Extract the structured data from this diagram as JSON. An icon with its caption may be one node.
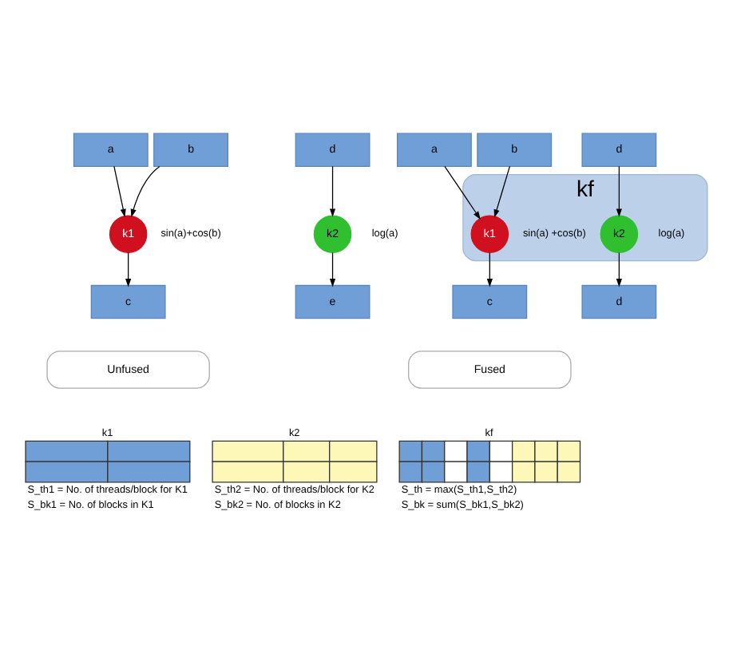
{
  "diagram": {
    "nodes": [
      {
        "text": [
          "a"
        ]
      },
      {
        "text": [
          "b"
        ]
      },
      {
        "text": [
          "k1"
        ],
        "beside": [
          "sin(a)+cos(b)"
        ]
      },
      {
        "text": [
          "c"
        ]
      },
      {
        "text": [
          "d"
        ]
      },
      {
        "text": [
          "k2"
        ],
        "beside": [
          "log(a)"
        ]
      },
      {
        "text": [
          "e"
        ]
      },
      {
        "text": [
          "kf"
        ]
      },
      {
        "text": [
          "a"
        ]
      },
      {
        "text": [
          "b"
        ]
      },
      {
        "text": [
          "d"
        ]
      },
      {
        "text": [
          "k1"
        ],
        "in": 7,
        "beside": [
          "sin(a) +cos(b)"
        ]
      },
      {
        "text": [
          "k2"
        ],
        "in": 7,
        "beside": [
          "log(a)"
        ]
      },
      {
        "text": [
          "c"
        ]
      },
      {
        "text": [
          "d"
        ]
      },
      {
        "text": [
          "Unfused"
        ]
      },
      {
        "text": [
          "Fused"
        ]
      },
      {
        "text": [
          "k1"
        ],
        "beside": [
          "S_th1 = No. of threads/block for K1",
          "S_bk1 = No. of blocks in K1"
        ]
      },
      {
        "text": [
          "k2"
        ],
        "beside": [
          "S_th2 = No. of threads/block for K2",
          "S_bk2 = No. of blocks in K2"
        ]
      },
      {
        "text": [
          "kf"
        ],
        "beside": [
          "S_th = max(S_th1,S_th2)",
          "S_bk = sum(S_bk1,S_bk2)"
        ]
      }
    ],
    "edges": [
      {
        "from": 0,
        "to": 2,
        "arrow": "to"
      },
      {
        "from": 1,
        "to": 2,
        "arrow": "to"
      },
      {
        "from": 2,
        "to": 3,
        "arrow": "to"
      },
      {
        "from": 4,
        "to": 5,
        "arrow": "to"
      },
      {
        "from": 5,
        "to": 6,
        "arrow": "to"
      },
      {
        "from": 8,
        "to": 11,
        "arrow": "to"
      },
      {
        "from": 9,
        "to": 11,
        "arrow": "to"
      },
      {
        "from": 11,
        "to": 13,
        "arrow": "to"
      },
      {
        "from": 10,
        "to": 12,
        "arrow": "to"
      },
      {
        "from": 12,
        "to": 14,
        "arrow": "to"
      }
    ]
  }
}
